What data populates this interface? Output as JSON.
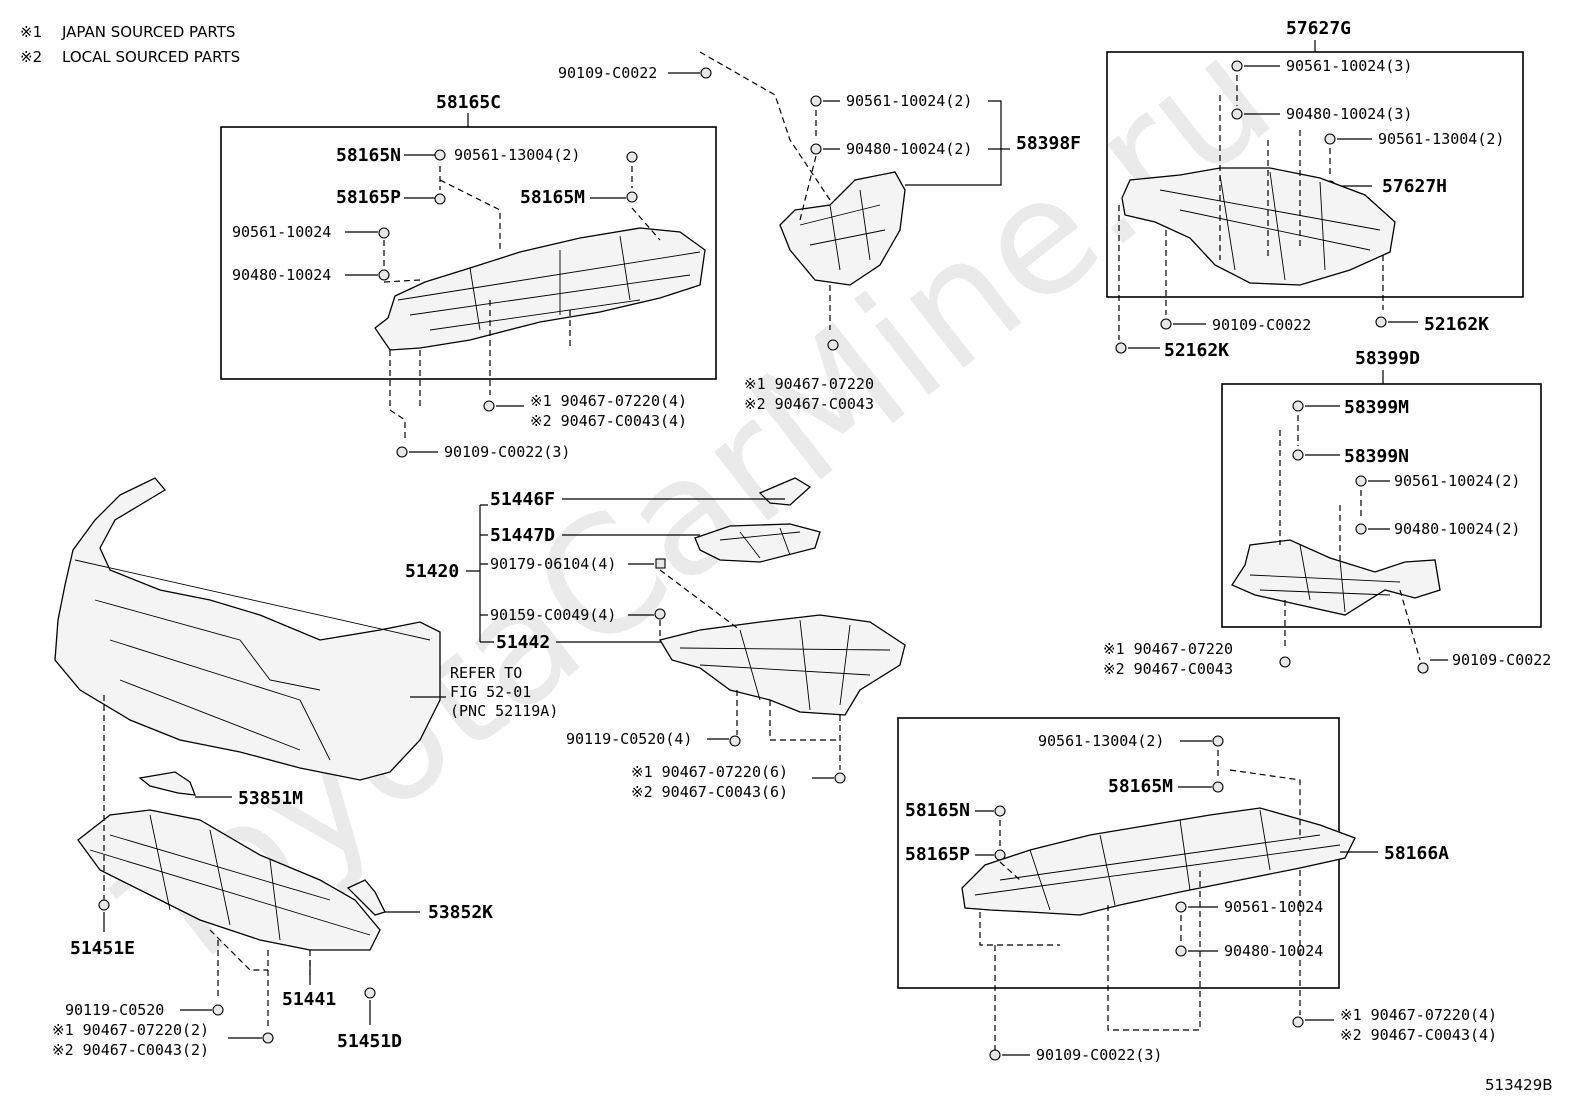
{
  "legend": [
    {
      "mark": "※1",
      "text": "JAPAN SOURCED PARTS"
    },
    {
      "mark": "※2",
      "text": "LOCAL SOURCED PARTS"
    }
  ],
  "watermark": "ToyotaCarMine.ru",
  "figure_id": "513429B",
  "refer_note": [
    "REFER TO",
    "FIG 52-01",
    "(PNC 52119A)"
  ],
  "labels": {
    "l58165C": "58165C",
    "l58165N_a": "58165N",
    "l90561_13004_2_a": "90561-13004(2)",
    "l58165P_a": "58165P",
    "l58165M_a": "58165M",
    "l90561_10024_a": "90561-10024",
    "l90480_10024_a": "90480-10024",
    "l1_90467_07220_4_a": "※1 90467-07220(4)",
    "l2_90467_C0043_4_a": "※2 90467-C0043(4)",
    "l90109_C0022_3_a": "90109-C0022(3)",
    "l90109_C0022_top": "90109-C0022",
    "l90561_10024_2_mid": "90561-10024(2)",
    "l90480_10024_2_mid": "90480-10024(2)",
    "l58398F": "58398F",
    "l1_90467_07220_mid": "※1 90467-07220",
    "l2_90467_C0043_mid": "※2 90467-C0043",
    "l57627G": "57627G",
    "l90561_10024_3": "90561-10024(3)",
    "l90480_10024_3": "90480-10024(3)",
    "l90561_13004_2_b": "90561-13004(2)",
    "l57627H": "57627H",
    "l90109_C0022_r": "90109-C0022",
    "l52162K_a": "52162K",
    "l52162K_b": "52162K",
    "l58399D": "58399D",
    "l58399M": "58399M",
    "l58399N": "58399N",
    "l90561_10024_2_r": "90561-10024(2)",
    "l90480_10024_2_r": "90480-10024(2)",
    "l1_90467_07220_r": "※1 90467-07220",
    "l2_90467_C0043_r": "※2 90467-C0043",
    "l90109_C0022_r2": "90109-C0022",
    "l51446F": "51446F",
    "l51447D": "51447D",
    "l51420": "51420",
    "l90179_06104_4": "90179-06104(4)",
    "l90159_C0049_4": "90159-C0049(4)",
    "l51442": "51442",
    "l90119_C0520_4": "90119-C0520(4)",
    "l1_90467_07220_6": "※1 90467-07220(6)",
    "l2_90467_C0043_6": "※2 90467-C0043(6)",
    "l53851M": "53851M",
    "l53852K": "53852K",
    "l51451E": "51451E",
    "l51441": "51441",
    "l51451D": "51451D",
    "l90119_C0520": "90119-C0520",
    "l1_90467_07220_2": "※1 90467-07220(2)",
    "l2_90467_C0043_2": "※2 90467-C0043(2)",
    "l90561_13004_2_c": "90561-13004(2)",
    "l58165M_b": "58165M",
    "l58165N_b": "58165N",
    "l58165P_b": "58165P",
    "l58166A": "58166A",
    "l90561_10024_b": "90561-10024",
    "l90480_10024_b": "90480-10024",
    "l1_90467_07220_4_b": "※1 90467-07220(4)",
    "l2_90467_C0043_4_b": "※2 90467-C0043(4)",
    "l90109_C0022_3_b": "90109-C0022(3)"
  }
}
